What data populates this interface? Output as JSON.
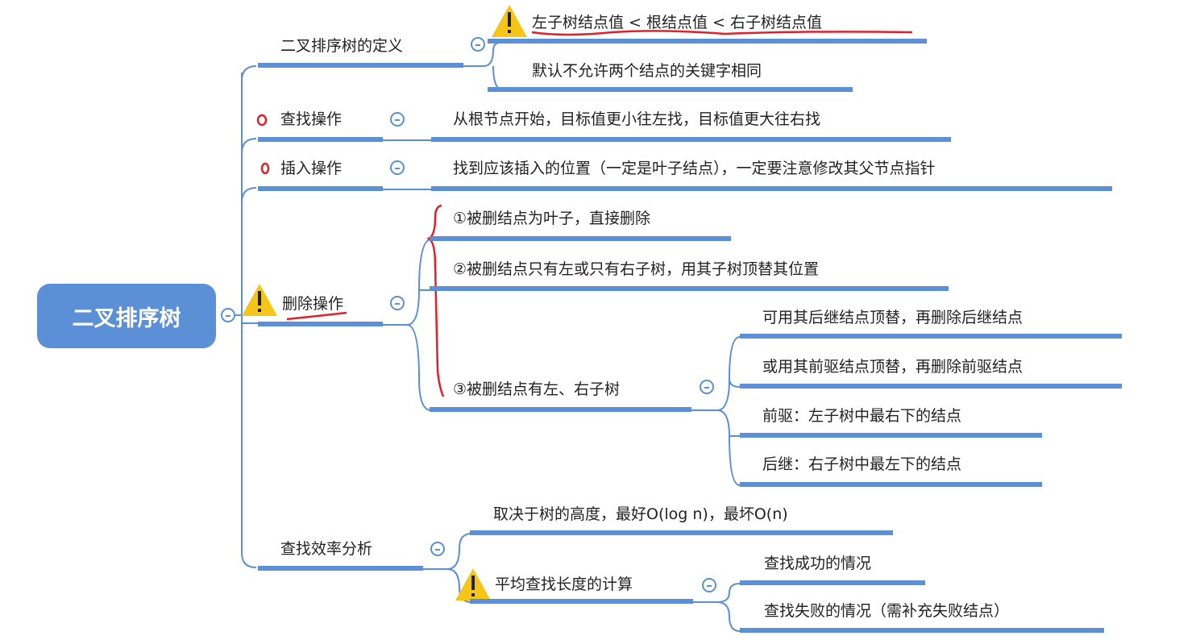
{
  "root": {
    "label": "二叉排序树"
  },
  "branches": {
    "definition": {
      "label": "二叉排序树的定义",
      "children": [
        "左子树结点值 < 根结点值 < 右子树结点值",
        "默认不允许两个结点的关键字相同"
      ]
    },
    "search": {
      "label": "查找操作",
      "children": [
        "从根节点开始，目标值更小往左找，目标值更大往右找"
      ]
    },
    "insert": {
      "label": "插入操作",
      "children": [
        "找到应该插入的位置（一定是叶子结点），一定要注意修改其父节点指针"
      ]
    },
    "delete": {
      "label": "删除操作",
      "children": [
        "①被删结点为叶子，直接删除",
        "②被删结点只有左或只有右子树，用其子树顶替其位置",
        "③被删结点有左、右子树"
      ],
      "case3_children": [
        "可用其后继结点顶替，再删除后继结点",
        "或用其前驱结点顶替，再删除前驱结点",
        "前驱：左子树中最右下的结点",
        "后继：右子树中最左下的结点"
      ]
    },
    "efficiency": {
      "label": "查找效率分析",
      "children": [
        "取决于树的高度，最好O(log n)，最坏O(n)",
        "平均查找长度的计算"
      ],
      "asl_children": [
        "查找成功的情况",
        "查找失败的情况（需补充失败结点）"
      ]
    }
  },
  "colors": {
    "accent": "#5b8fd6",
    "annotation": "#e0202a",
    "warning": "#f5c518"
  }
}
